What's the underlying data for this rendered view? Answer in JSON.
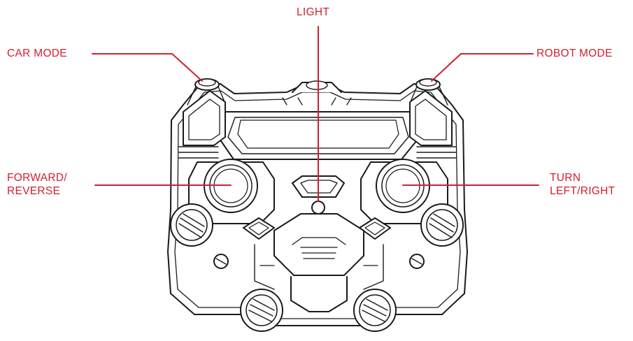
{
  "labels": {
    "light": "LIGHT",
    "car_mode": "CAR MODE",
    "robot_mode": "ROBOT MODE",
    "forward_reverse": "FORWARD/\nREVERSE",
    "turn": "TURN\nLEFT/RIGHT"
  },
  "colors": {
    "label": "#d0202f",
    "leader": "#d0202f",
    "outline": "#1a1a1a",
    "fill": "#ffffff"
  }
}
